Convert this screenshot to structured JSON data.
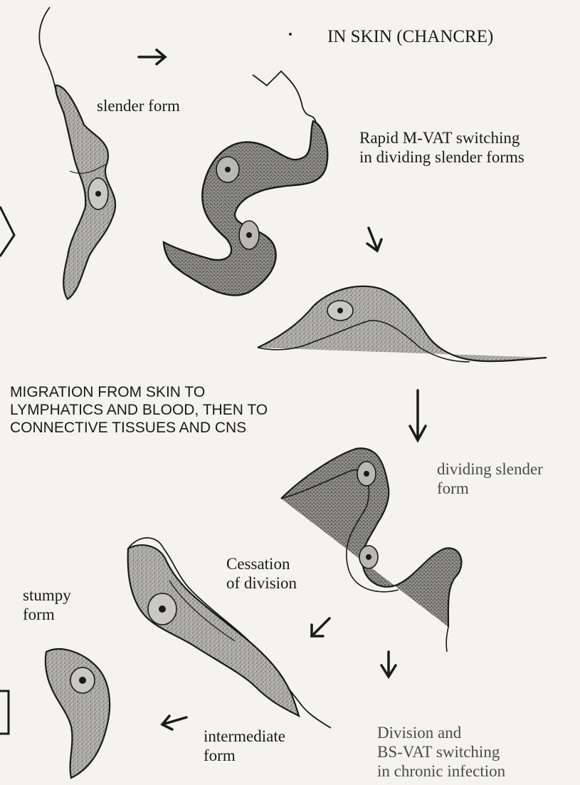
{
  "title": "IN SKIN (CHANCRE)",
  "labels": {
    "slender_form": "slender form",
    "rapid_switching_line1": "Rapid M-VAT switching",
    "rapid_switching_line2": "in dividing slender forms",
    "migration_line1": "MIGRATION FROM SKIN TO",
    "migration_line2": "LYMPHATICS AND BLOOD,  THEN TO",
    "migration_line3": "CONNECTIVE TISSUES AND CNS",
    "dividing_slender_line1": "dividing slender",
    "dividing_slender_line2": "form",
    "cessation_line1": "Cessation",
    "cessation_line2": "of division",
    "stumpy_line1": "stumpy",
    "stumpy_line2": "form",
    "intermediate_line1": "intermediate",
    "intermediate_line2": "form",
    "division_line1": "Division and",
    "division_line2": "BS-VAT switching",
    "division_line3": "in chronic infection"
  },
  "icons": [
    "arrow-right-icon",
    "arrow-down-icon",
    "arrow-down-left-icon",
    "arrow-left-icon",
    "trypanosome-icon"
  ],
  "colors": {
    "background": "#f4f3ef",
    "ink": "#1a1a1a",
    "cell_fill": "#a9a9a6"
  }
}
